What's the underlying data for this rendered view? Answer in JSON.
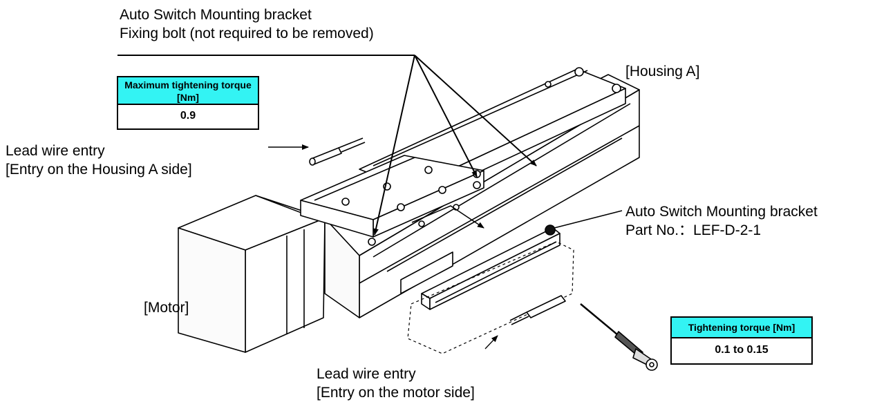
{
  "labels": {
    "bolt_line1": "Auto Switch Mounting bracket",
    "bolt_line2": "Fixing bolt (not required to be removed)",
    "housing": "[Housing A]",
    "lead_a_line1": "Lead wire entry",
    "lead_a_line2": "[Entry on the Housing A side]",
    "bracket_line1": "Auto Switch Mounting bracket",
    "bracket_line2": "Part No.：LEF-D-2-1",
    "motor": "[Motor]",
    "lead_m_line1": "Lead wire entry",
    "lead_m_line2": "[Entry on the motor side]"
  },
  "tables": {
    "max_torque": {
      "header_line1": "Maximum tightening torque",
      "header_line2": "[Nm]",
      "value": "0.9"
    },
    "torque": {
      "header": "Tightening torque [Nm]",
      "value": "0.1 to 0.15"
    }
  },
  "colors": {
    "table_header": "#33f3f3",
    "line": "#000000"
  }
}
